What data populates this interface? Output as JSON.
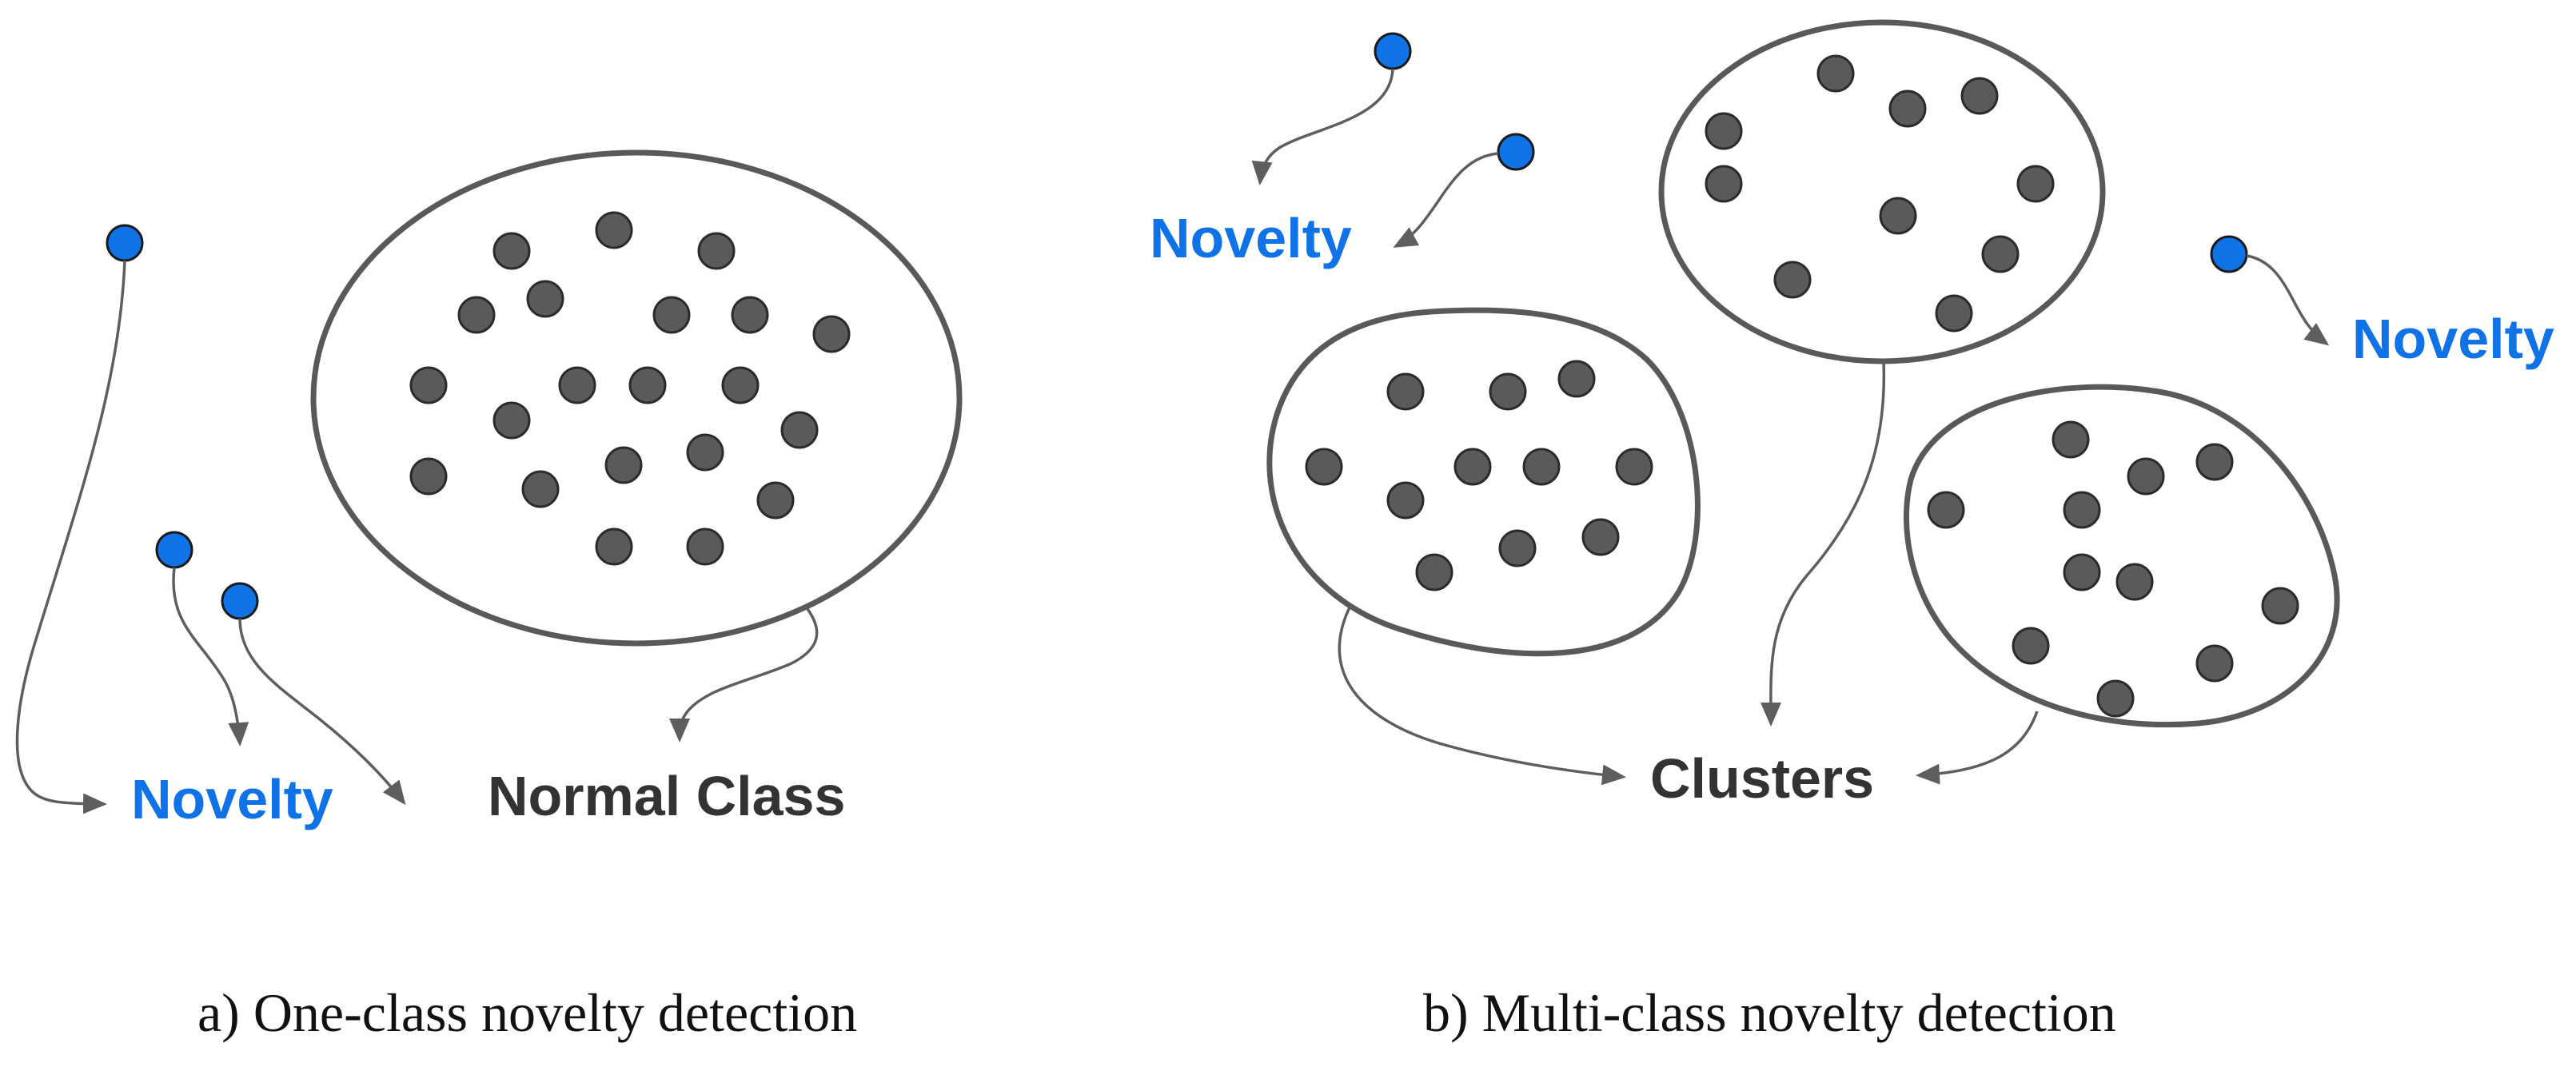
{
  "panel_a": {
    "novelty_label": "Novelty",
    "class_label": "Normal Class",
    "caption": "a) One-class novelty detection"
  },
  "panel_b": {
    "novelty_labels": [
      "Novelty",
      "Novelty"
    ],
    "cluster_label": "Clusters",
    "caption": "b) Multi-class novelty detection"
  },
  "colors": {
    "novelty": "#0f72e6",
    "normal_point": "#5a5a5a",
    "outline": "#595959",
    "text_dark": "#333333"
  }
}
